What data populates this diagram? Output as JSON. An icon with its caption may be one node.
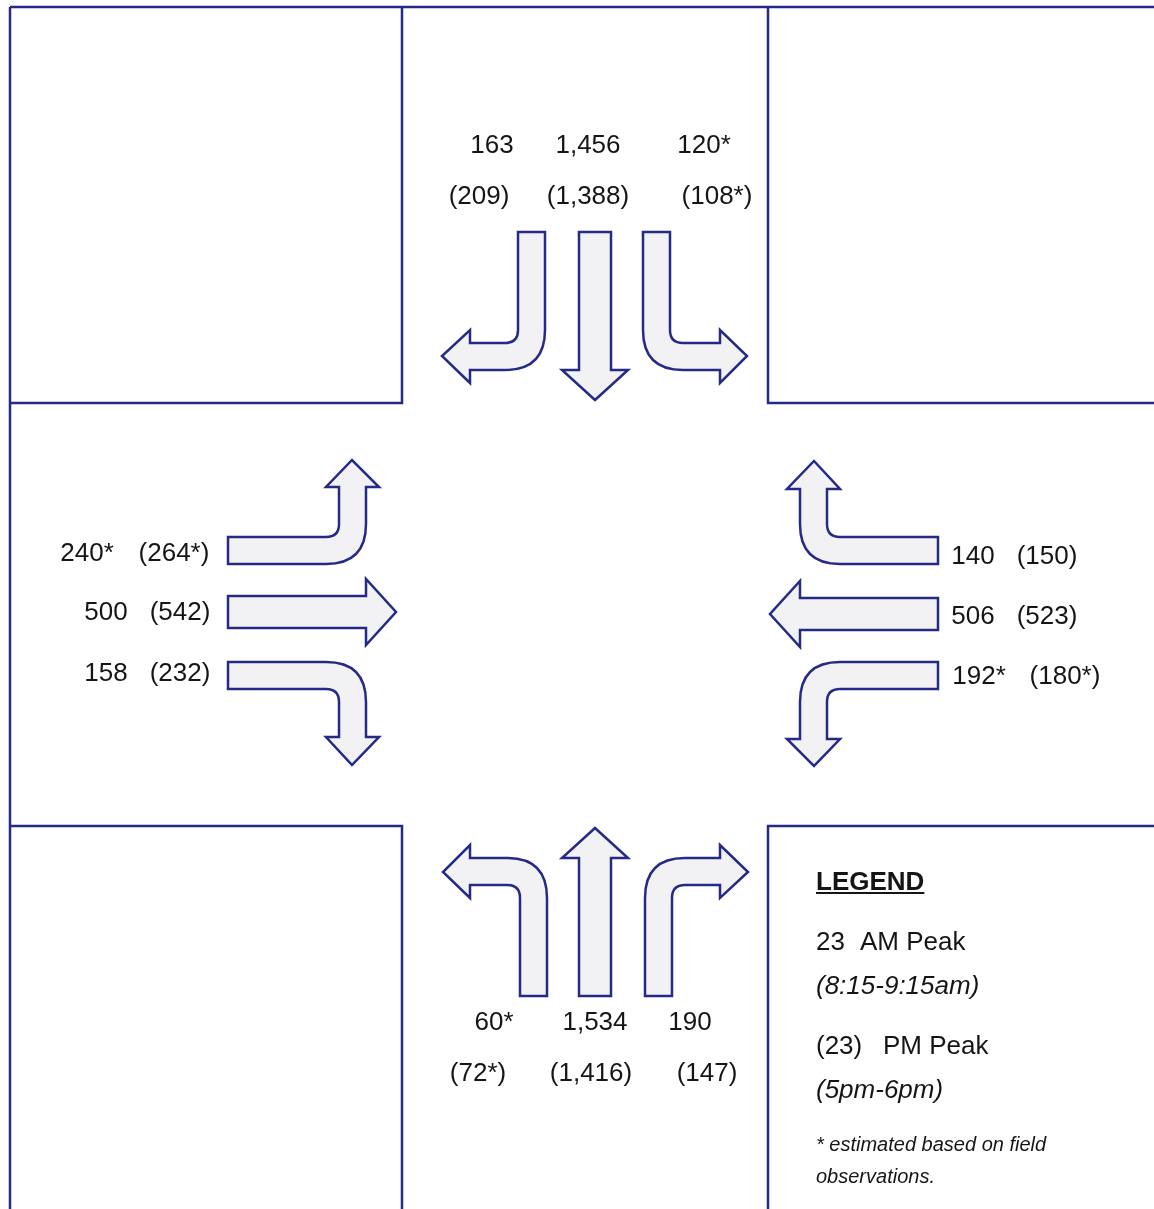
{
  "diagram": {
    "labels": [
      "163",
      "1,456",
      "120*",
      "(209)",
      "(1,388)",
      "(108*)",
      "240*",
      "(264*)",
      "140",
      "(150)",
      "500",
      "(542)",
      "506",
      "(523)",
      "158",
      "(232)",
      "192*",
      "(180*)",
      "LEGEND",
      "60*",
      "1,534",
      "190",
      "(72*)",
      "(1,416)",
      "(147)",
      "23",
      "AM Peak",
      "(8:15-9:15am)",
      "(23)",
      "PM Peak",
      "(5pm-6pm)",
      "* estimated based on field observations."
    ]
  }
}
